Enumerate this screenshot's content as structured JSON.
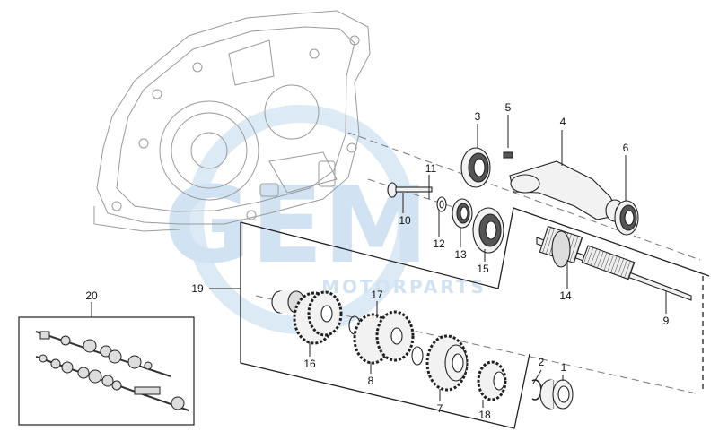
{
  "diagram": {
    "watermark": {
      "brand": "GEM",
      "tagline": "MOTORPARTS",
      "color": "#c9dff0"
    },
    "callouts": [
      {
        "id": "c1",
        "label": "1"
      },
      {
        "id": "c2",
        "label": "2"
      },
      {
        "id": "c3",
        "label": "3"
      },
      {
        "id": "c4",
        "label": "4"
      },
      {
        "id": "c5",
        "label": "5"
      },
      {
        "id": "c6",
        "label": "6"
      },
      {
        "id": "c7",
        "label": "7"
      },
      {
        "id": "c8",
        "label": "8"
      },
      {
        "id": "c9",
        "label": "9"
      },
      {
        "id": "c10",
        "label": "10"
      },
      {
        "id": "c11",
        "label": "11"
      },
      {
        "id": "c12",
        "label": "12"
      },
      {
        "id": "c13",
        "label": "13"
      },
      {
        "id": "c14",
        "label": "14"
      },
      {
        "id": "c15",
        "label": "15"
      },
      {
        "id": "c16",
        "label": "16"
      },
      {
        "id": "c17",
        "label": "17"
      },
      {
        "id": "c18",
        "label": "18"
      },
      {
        "id": "c19",
        "label": "19"
      },
      {
        "id": "c20",
        "label": "20"
      }
    ],
    "colors": {
      "line": "#222222",
      "ghost": "#9a9a9a",
      "part_fill": "#f2f2f2",
      "dark_fill": "#555555"
    }
  }
}
